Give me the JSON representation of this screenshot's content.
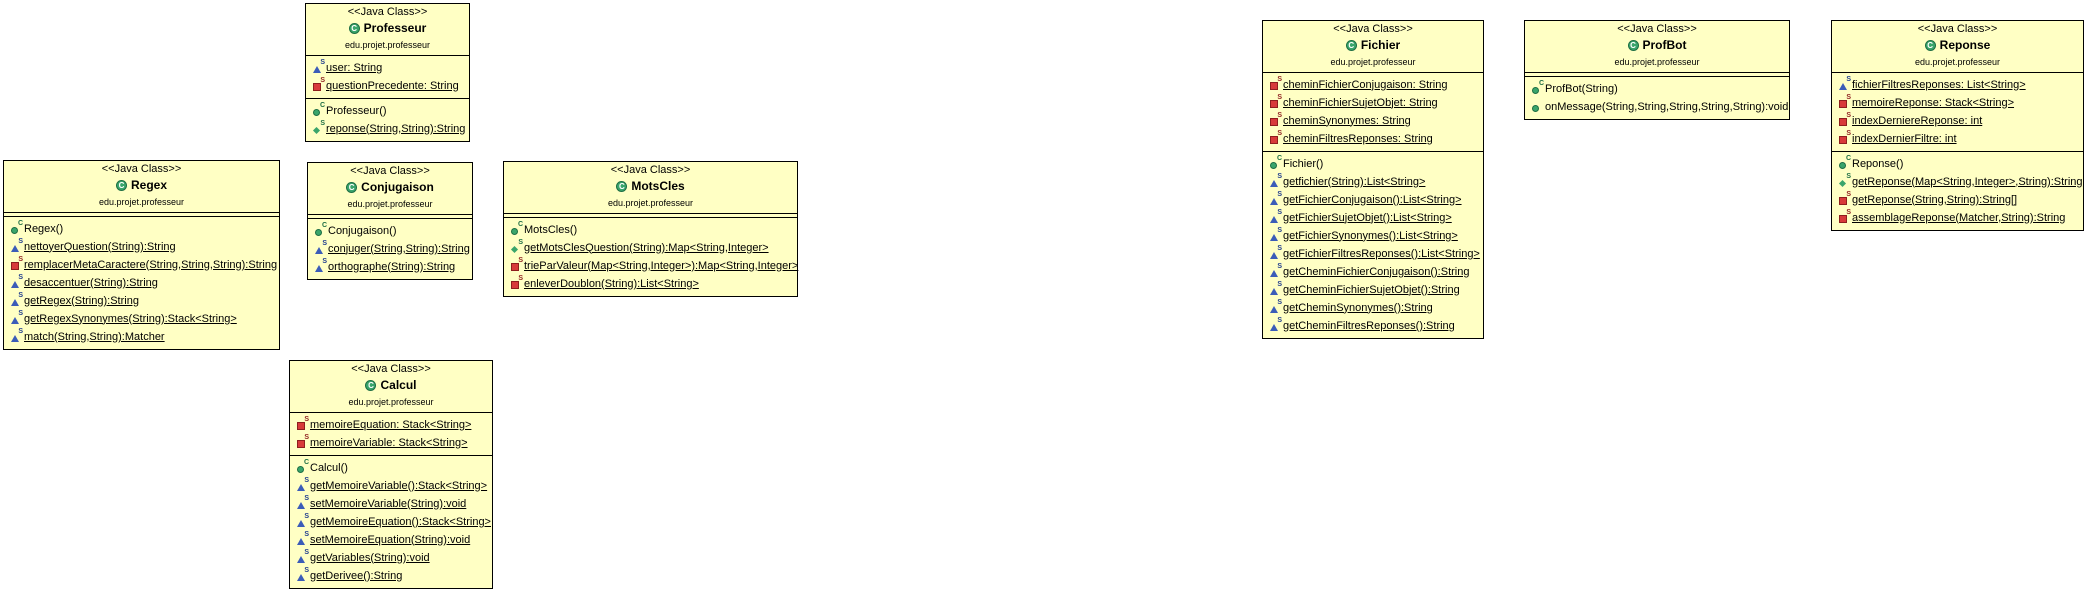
{
  "classes": [
    {
      "id": "professeur",
      "stereotype": "<<Java Class>>",
      "name": "Professeur",
      "package": "edu.projet.professeur",
      "attributes": [
        {
          "text": "user: String",
          "vis": "tri",
          "sup": "S",
          "static": true
        },
        {
          "text": "questionPrecedente: String",
          "vis": "sq",
          "sup": "S",
          "static": true
        }
      ],
      "methods": [
        {
          "text": "Professeur()",
          "vis": "ctor",
          "sup": "C",
          "static": false
        },
        {
          "text": "reponse(String,String):String",
          "vis": "diam",
          "sup": "S",
          "static": true
        }
      ]
    },
    {
      "id": "regex",
      "stereotype": "<<Java Class>>",
      "name": "Regex",
      "package": "edu.projet.professeur",
      "attributes": [],
      "methods": [
        {
          "text": "Regex()",
          "vis": "ctor",
          "sup": "C",
          "static": false
        },
        {
          "text": "nettoyerQuestion(String):String",
          "vis": "tri",
          "sup": "S",
          "static": true
        },
        {
          "text": "remplacerMetaCaractere(String,String,String):String",
          "vis": "sq",
          "sup": "S",
          "static": true
        },
        {
          "text": "desaccentuer(String):String",
          "vis": "tri",
          "sup": "S",
          "static": true
        },
        {
          "text": "getRegex(String):String",
          "vis": "tri",
          "sup": "S",
          "static": true
        },
        {
          "text": "getRegexSynonymes(String):Stack<String>",
          "vis": "tri",
          "sup": "S",
          "static": true
        },
        {
          "text": "match(String,String):Matcher",
          "vis": "tri",
          "sup": "S",
          "static": true
        }
      ]
    },
    {
      "id": "conjugaison",
      "stereotype": "<<Java Class>>",
      "name": "Conjugaison",
      "package": "edu.projet.professeur",
      "attributes": [],
      "methods": [
        {
          "text": "Conjugaison()",
          "vis": "ctor",
          "sup": "C",
          "static": false
        },
        {
          "text": "conjuger(String,String):String",
          "vis": "tri",
          "sup": "S",
          "static": true
        },
        {
          "text": "orthographe(String):String",
          "vis": "tri",
          "sup": "S",
          "static": true
        }
      ]
    },
    {
      "id": "motscles",
      "stereotype": "<<Java Class>>",
      "name": "MotsCles",
      "package": "edu.projet.professeur",
      "attributes": [],
      "methods": [
        {
          "text": "MotsCles()",
          "vis": "ctor",
          "sup": "C",
          "static": false
        },
        {
          "text": "getMotsClesQuestion(String):Map<String,Integer>",
          "vis": "diam",
          "sup": "S",
          "static": true
        },
        {
          "text": "trieParValeur(Map<String,Integer>):Map<String,Integer>",
          "vis": "sq",
          "sup": "S",
          "static": true
        },
        {
          "text": "enleverDoublon(String):List<String>",
          "vis": "sq",
          "sup": "S",
          "static": true
        }
      ]
    },
    {
      "id": "calcul",
      "stereotype": "<<Java Class>>",
      "name": "Calcul",
      "package": "edu.projet.professeur",
      "attributes": [
        {
          "text": "memoireEquation: Stack<String>",
          "vis": "sq",
          "sup": "S",
          "static": true
        },
        {
          "text": "memoireVariable: Stack<String>",
          "vis": "sq",
          "sup": "S",
          "static": true
        }
      ],
      "methods": [
        {
          "text": "Calcul()",
          "vis": "ctor",
          "sup": "C",
          "static": false
        },
        {
          "text": "getMemoireVariable():Stack<String>",
          "vis": "tri",
          "sup": "S",
          "static": true
        },
        {
          "text": "setMemoireVariable(String):void",
          "vis": "tri",
          "sup": "S",
          "static": true
        },
        {
          "text": "getMemoireEquation():Stack<String>",
          "vis": "tri",
          "sup": "S",
          "static": true
        },
        {
          "text": "setMemoireEquation(String):void",
          "vis": "tri",
          "sup": "S",
          "static": true
        },
        {
          "text": "getVariables(String):void",
          "vis": "tri",
          "sup": "S",
          "static": true
        },
        {
          "text": "getDerivee():String",
          "vis": "tri",
          "sup": "S",
          "static": true
        }
      ]
    },
    {
      "id": "fichier",
      "stereotype": "<<Java Class>>",
      "name": "Fichier",
      "package": "edu.projet.professeur",
      "attributes": [
        {
          "text": "cheminFichierConjugaison: String",
          "vis": "sq",
          "sup": "S",
          "static": true
        },
        {
          "text": "cheminFichierSujetObjet: String",
          "vis": "sq",
          "sup": "S",
          "static": true
        },
        {
          "text": "cheminSynonymes: String",
          "vis": "sq",
          "sup": "S",
          "static": true
        },
        {
          "text": "cheminFiltresReponses: String",
          "vis": "sq",
          "sup": "S",
          "static": true
        }
      ],
      "methods": [
        {
          "text": "Fichier()",
          "vis": "ctor",
          "sup": "C",
          "static": false
        },
        {
          "text": "getfichier(String):List<String>",
          "vis": "tri",
          "sup": "S",
          "static": true
        },
        {
          "text": "getFichierConjugaison():List<String>",
          "vis": "tri",
          "sup": "S",
          "static": true
        },
        {
          "text": "getFichierSujetObjet():List<String>",
          "vis": "tri",
          "sup": "S",
          "static": true
        },
        {
          "text": "getFichierSynonymes():List<String>",
          "vis": "tri",
          "sup": "S",
          "static": true
        },
        {
          "text": "getFichierFiltresReponses():List<String>",
          "vis": "tri",
          "sup": "S",
          "static": true
        },
        {
          "text": "getCheminFichierConjugaison():String",
          "vis": "tri",
          "sup": "S",
          "static": true
        },
        {
          "text": "getCheminFichierSujetObjet():String",
          "vis": "tri",
          "sup": "S",
          "static": true
        },
        {
          "text": "getCheminSynonymes():String",
          "vis": "tri",
          "sup": "S",
          "static": true
        },
        {
          "text": "getCheminFiltresReponses():String",
          "vis": "tri",
          "sup": "S",
          "static": true
        }
      ]
    },
    {
      "id": "profbot",
      "stereotype": "<<Java Class>>",
      "name": "ProfBot",
      "package": "edu.projet.professeur",
      "attributes": [],
      "methods": [
        {
          "text": "ProfBot(String)",
          "vis": "ctor",
          "sup": "C",
          "static": false
        },
        {
          "text": "onMessage(String,String,String,String,String):void",
          "vis": "circ",
          "sup": "",
          "static": false
        }
      ]
    },
    {
      "id": "reponse",
      "stereotype": "<<Java Class>>",
      "name": "Reponse",
      "package": "edu.projet.professeur",
      "attributes": [
        {
          "text": "fichierFiltresReponses: List<String>",
          "vis": "tri",
          "sup": "S",
          "static": true
        },
        {
          "text": "memoireReponse: Stack<String>",
          "vis": "sq",
          "sup": "S",
          "static": true
        },
        {
          "text": "indexDerniereReponse: int",
          "vis": "sq",
          "sup": "S",
          "static": true
        },
        {
          "text": "indexDernierFiltre: int",
          "vis": "sq",
          "sup": "S",
          "static": true
        }
      ],
      "methods": [
        {
          "text": "Reponse()",
          "vis": "ctor",
          "sup": "C",
          "static": false
        },
        {
          "text": "getReponse(Map<String,Integer>,String):String",
          "vis": "diam",
          "sup": "S",
          "static": true
        },
        {
          "text": "getReponse(String,String):String[]",
          "vis": "sq",
          "sup": "S",
          "static": true
        },
        {
          "text": "assemblageReponse(Matcher,String):String",
          "vis": "sq",
          "sup": "S",
          "static": true
        }
      ]
    }
  ]
}
